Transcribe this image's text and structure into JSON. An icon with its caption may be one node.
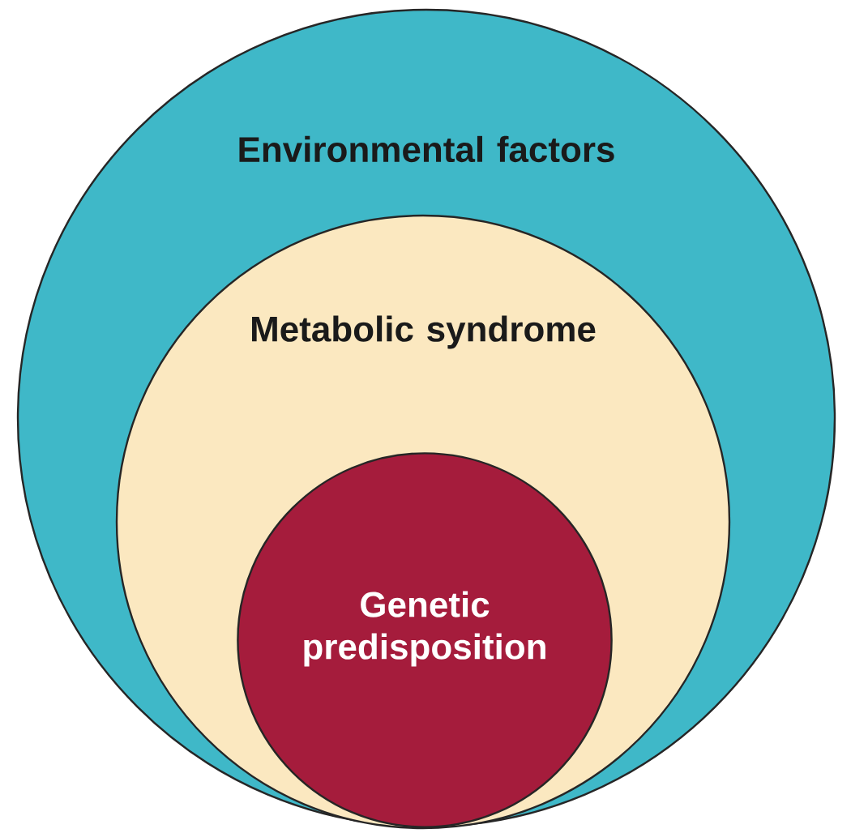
{
  "diagram": {
    "nodes": [
      {
        "text": [
          "Environmental factors"
        ]
      },
      {
        "text": [
          "Metabolic syndrome"
        ],
        "in": 0
      },
      {
        "text": [
          "Genetic predisposition"
        ],
        "in": 1
      }
    ]
  }
}
